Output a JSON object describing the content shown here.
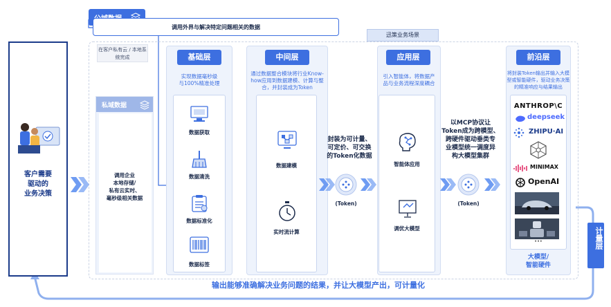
{
  "public_data": {
    "title": "公域数据",
    "desc": "调用外界与解决特定问题相关的数据"
  },
  "scenario": "迅策业务场景",
  "private_cloud": "在客户私有云 / 本地系统完成",
  "private_data": {
    "title": "私域数据",
    "desc": "调用企业\n本地存储/\n私有云实时、\n毫秒级相关数据"
  },
  "client": {
    "label": "客户需要\n驱动的\n业务决策"
  },
  "base_layer": {
    "title": "基础层",
    "desc": "实现数据毫秒级\n与100%精准处理",
    "items": [
      "数据获取",
      "数据清洗",
      "数据标准化",
      "数据标签"
    ]
  },
  "middle_layer": {
    "title": "中间层",
    "desc": "通过数据整合模块将行业Know-\nhow应用到数据建模、计算与整\n合，并封装成为Token",
    "items": [
      "数据建模",
      "实时流计算"
    ]
  },
  "mid_text": "封装为可计量、\n可定价、可交换\n的Token化数据",
  "app_layer": {
    "title": "应用层",
    "desc": "引入智能体，将数据产\n品与业务流程深度耦合",
    "items": [
      "智能体应用",
      "调优大模型"
    ]
  },
  "mcp_text": "以MCP协议让\nToken成为跨模型、\n跨硬件驱动垂类专\n业模型统一调度异\n构大模型集群",
  "token_label": "(Token)",
  "frontier_layer": {
    "title": "前沿层",
    "desc": "将封装Token输出并输入大模\n型或智能硬件，驱动业务决策\n的精准响应与结果输出",
    "logos": [
      "ANTHROP\\C",
      "deepseek",
      "ZHIPU·AI",
      "MINIMAX",
      "OpenAI"
    ],
    "more": "···",
    "footer": "大模型/\n智能硬件"
  },
  "metering": "计量层",
  "bottom_text": "输出能够准确解决业务问题的结果，并让大模型产出，可计量化",
  "colors": {
    "accent": "#3d6fe0",
    "panel": "#eef3fc",
    "chevron": "#6f9cf2"
  }
}
